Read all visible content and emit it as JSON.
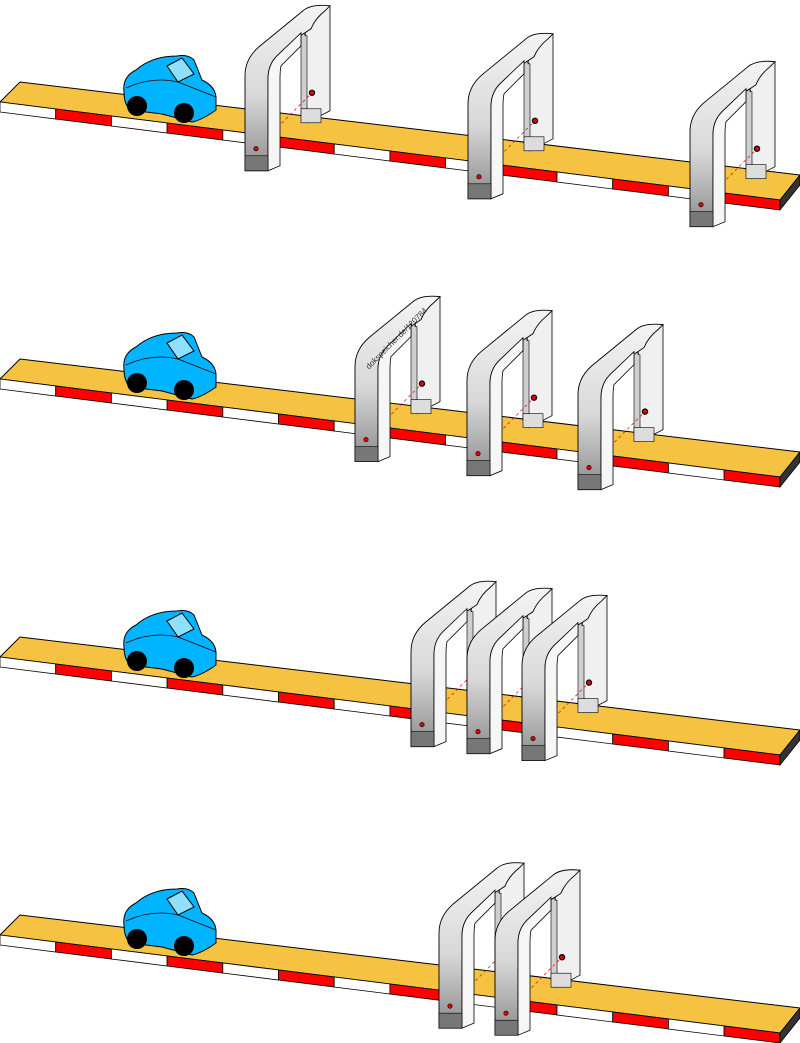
{
  "title": "Vehicle passing through gates – four spacing configurations",
  "watermark": "dokspeicher.de/120784",
  "panels": [
    {
      "id": "panel-1",
      "gate_count": 3,
      "spacing": "wide"
    },
    {
      "id": "panel-2",
      "gate_count": 3,
      "spacing": "medium"
    },
    {
      "id": "panel-3",
      "gate_count": 3,
      "spacing": "close"
    },
    {
      "id": "panel-4",
      "gate_count": 2,
      "spacing": "close"
    }
  ],
  "colors": {
    "road": "#f5c242",
    "stripe_red": "#ff0000",
    "stripe_white": "#ffffff",
    "car": "#00b4ff",
    "car_window": "#8fe0ff",
    "gate_light": "#f2f2f2",
    "gate_dark": "#8a8a8a",
    "sensor": "#e00000"
  }
}
